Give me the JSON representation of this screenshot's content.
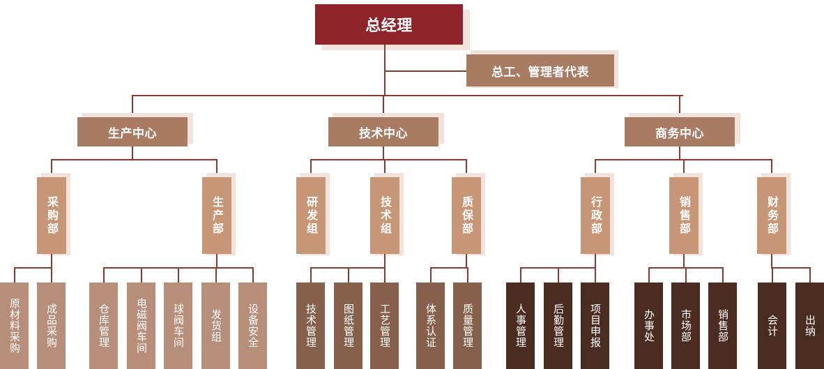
{
  "colors": {
    "root": "#8e242a",
    "level1": "#a97b63",
    "dept": "#c79677",
    "leaf_light": "#b68e79",
    "leaf_mid": "#86604a",
    "leaf_dark": "#4a2c21",
    "line": "#8a3a2a",
    "shadow": "#f1e3dc"
  },
  "root": {
    "label": "总经理"
  },
  "deputy": {
    "label": "总工、管理者代表"
  },
  "centers": [
    {
      "label": "生产中心",
      "departments": [
        {
          "label": "采购部",
          "units": [
            "原材料采购",
            "成品采购"
          ],
          "tone": "leaf_light"
        },
        {
          "label": "生产部",
          "units": [
            "仓库管理",
            "电磁阀车间",
            "球阀车间",
            "发货组",
            "设备安全"
          ],
          "tone": "leaf_light"
        }
      ]
    },
    {
      "label": "技术中心",
      "departments": [
        {
          "label": "研发组",
          "units": [],
          "tone": "leaf_mid"
        },
        {
          "label": "技术组",
          "units": [
            "技术管理",
            "图纸管理",
            "工艺管理"
          ],
          "tone": "leaf_mid"
        },
        {
          "label": "质保部",
          "units": [
            "体系认证",
            "质量管理"
          ],
          "tone": "leaf_mid"
        }
      ]
    },
    {
      "label": "商务中心",
      "departments": [
        {
          "label": "行政部",
          "units": [
            "人事管理",
            "后勤管理",
            "项目申报"
          ],
          "tone": "leaf_dark"
        },
        {
          "label": "销售部",
          "units": [
            "办事处",
            "市场部",
            "销售部"
          ],
          "tone": "leaf_dark"
        },
        {
          "label": "财务部",
          "units": [
            "会计",
            "出纳"
          ],
          "tone": "leaf_dark"
        }
      ]
    }
  ]
}
